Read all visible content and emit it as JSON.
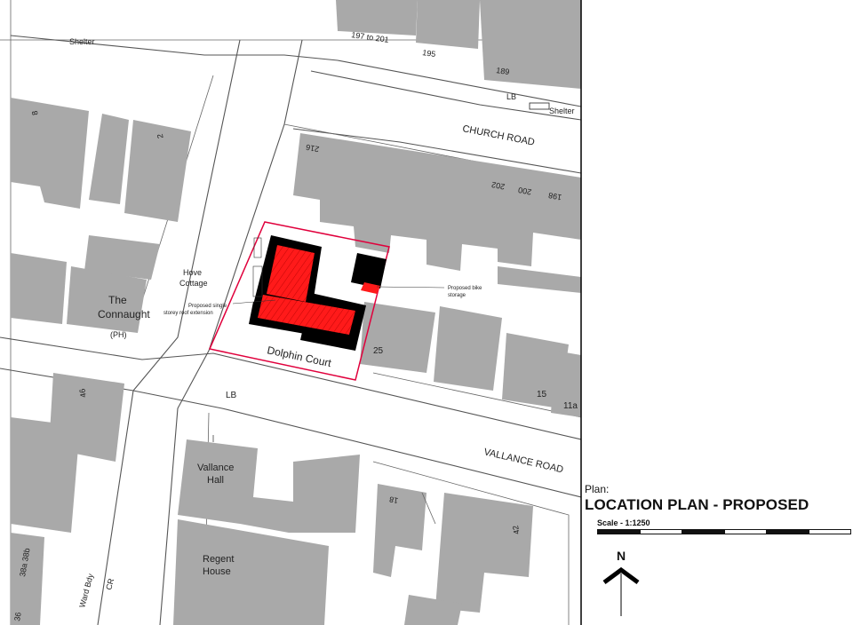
{
  "map": {
    "labels": {
      "shelter_top": "Shelter",
      "house_197": "197 to 201",
      "house_195": "195",
      "house_189": "189",
      "lb_top": "LB",
      "shelter_right": "Shelter",
      "church_road": "CHURCH ROAD",
      "house_216": "216",
      "house_202": "202",
      "house_200": "200",
      "house_198": "198",
      "house_8": "8",
      "house_2": "2",
      "hove_cottage": "Hove\nCottage",
      "the_connaught": "The\nConnaught",
      "ph": "(PH)",
      "extension_note": "Proposed single\nstorey roof extension",
      "bike_note": "Proposed bike\nstorage",
      "dolphin_court": "Dolphin Court",
      "house_25": "25",
      "house_15": "15",
      "house_11a": "11a",
      "lb_mid": "LB",
      "house_46": "46",
      "vallance_road": "VALLANCE ROAD",
      "vallance_hall": "Vallance\nHall",
      "house_18": "18",
      "house_42": "42",
      "regent_house": "Regent\nHouse",
      "ward_bdy": "Ward Bdy",
      "cr": "CR",
      "house_38a": "38a 38b",
      "house_36": "36"
    },
    "colors": {
      "building": "#a9a9a9",
      "proposed": "#ff1a1a",
      "existing_outline": "#000000",
      "site_boundary": "#e0003c"
    }
  },
  "legend": {
    "plan_label": "Plan:",
    "title": "LOCATION PLAN - PROPOSED",
    "scale": "Scale - 1:1250",
    "north": "N"
  }
}
